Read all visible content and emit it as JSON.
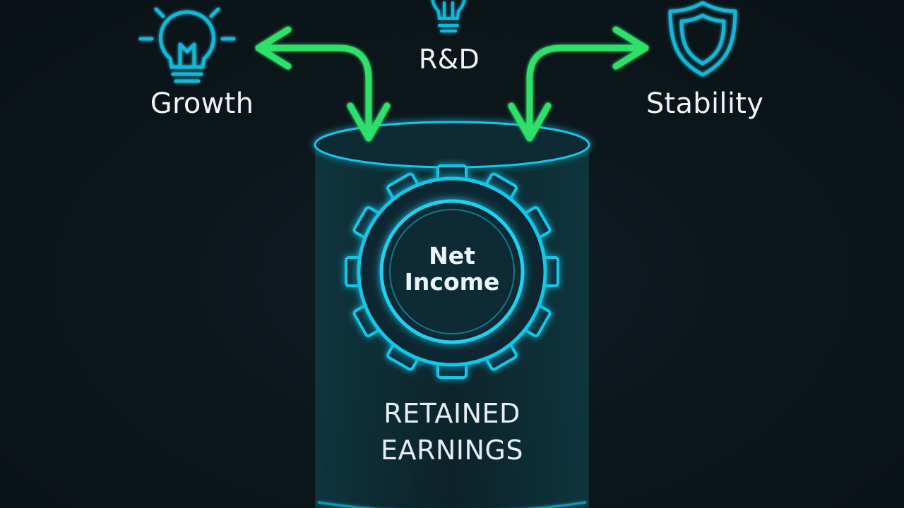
{
  "nodes": {
    "growth": {
      "label": "Growth",
      "icon": "lightbulb-icon"
    },
    "rnd": {
      "label": "R&D",
      "icon": "lightbulb-icon"
    },
    "stability": {
      "label": "Stability",
      "icon": "shield-icon"
    }
  },
  "core": {
    "label_line1": "Net",
    "label_line2": "Income",
    "icon": "gear-icon"
  },
  "container": {
    "label_line1": "RETAINED",
    "label_line2": "EARNINGS",
    "shape": "cylinder"
  },
  "colors": {
    "background": "#0b1318",
    "accent_cyan": "#19c6e6",
    "arrow_green": "#2fe06a",
    "text": "#eef4f6"
  }
}
